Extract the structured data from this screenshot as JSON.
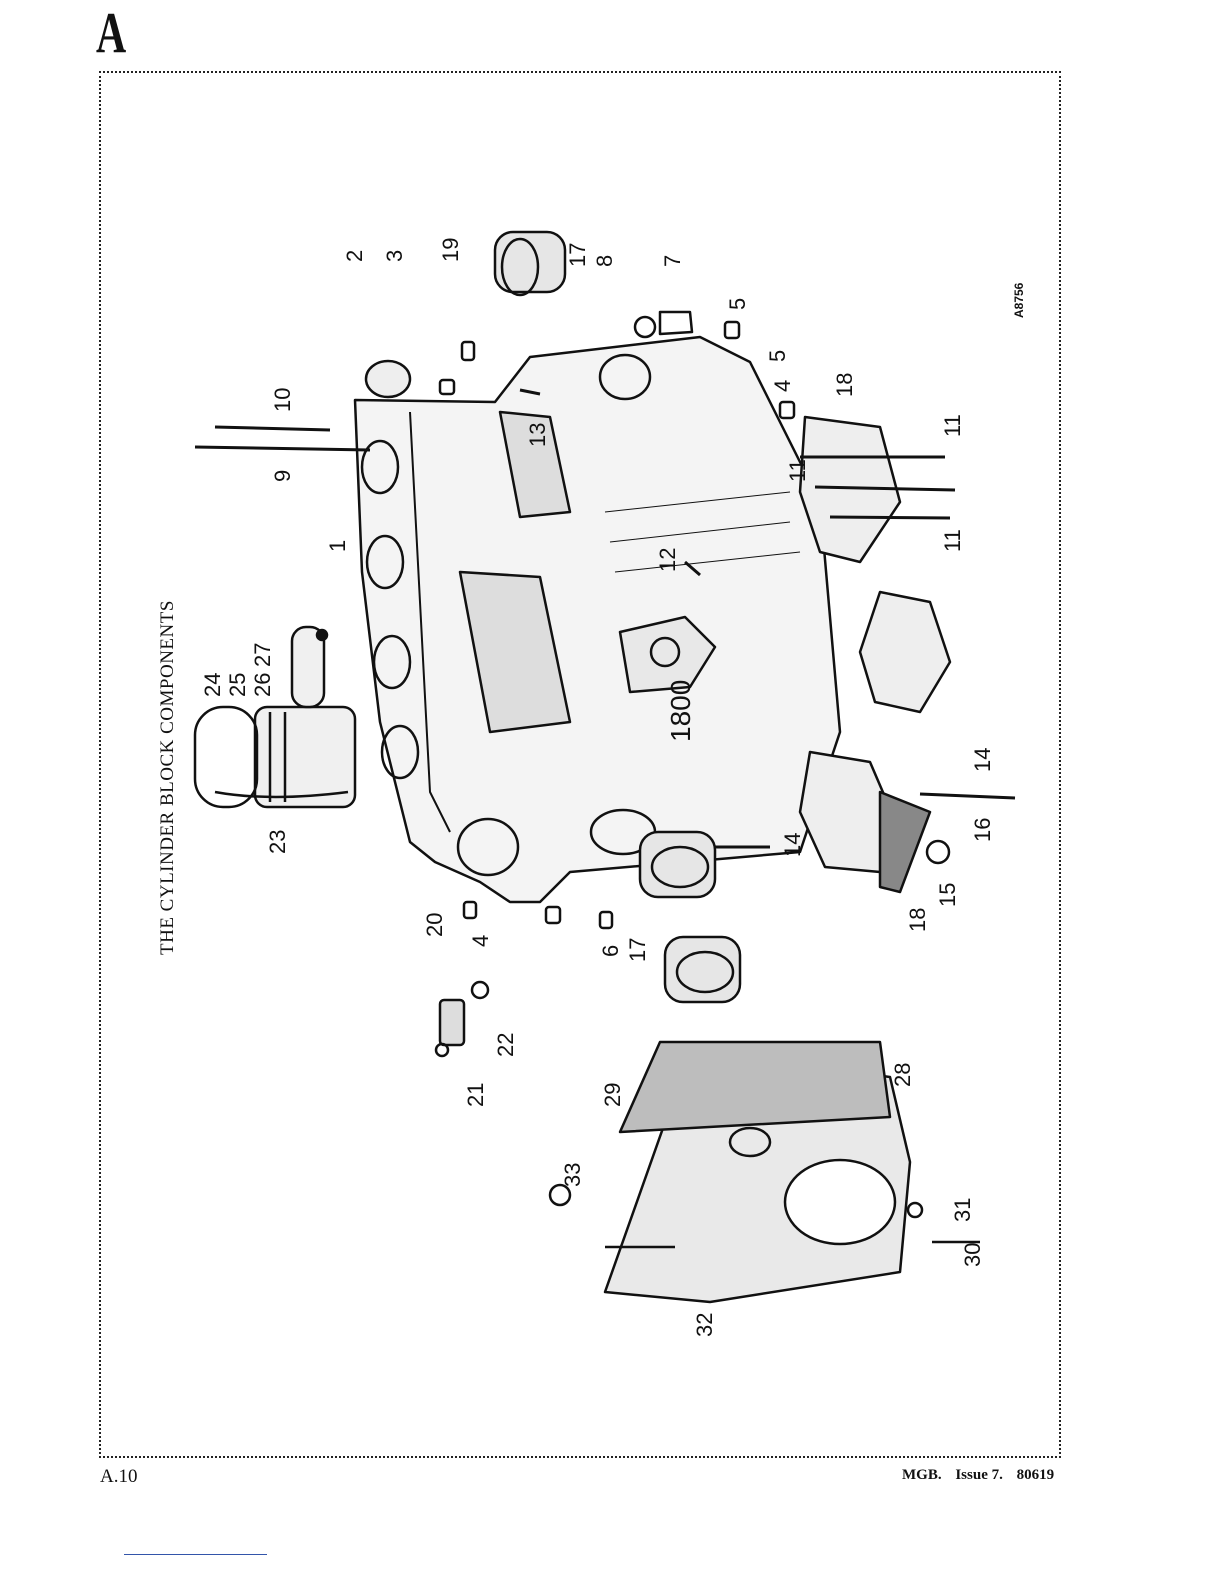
{
  "page": {
    "section_letter": "A",
    "title": "THE CYLINDER BLOCK COMPONENTS",
    "reference_code": "A8756",
    "page_number": "A.10",
    "footer": {
      "model": "MGB.",
      "issue": "Issue 7.",
      "code": "80619"
    }
  },
  "callouts": [
    "2",
    "3",
    "19",
    "17",
    "8",
    "7",
    "5",
    "5",
    "4",
    "10",
    "9",
    "1",
    "13",
    "18",
    "11",
    "11",
    "11",
    "12",
    "24",
    "25",
    "26",
    "27",
    "23",
    "14",
    "14",
    "16",
    "15",
    "18",
    "20",
    "4",
    "6",
    "17",
    "21",
    "22",
    "29",
    "28",
    "33",
    "31",
    "30",
    "32"
  ]
}
